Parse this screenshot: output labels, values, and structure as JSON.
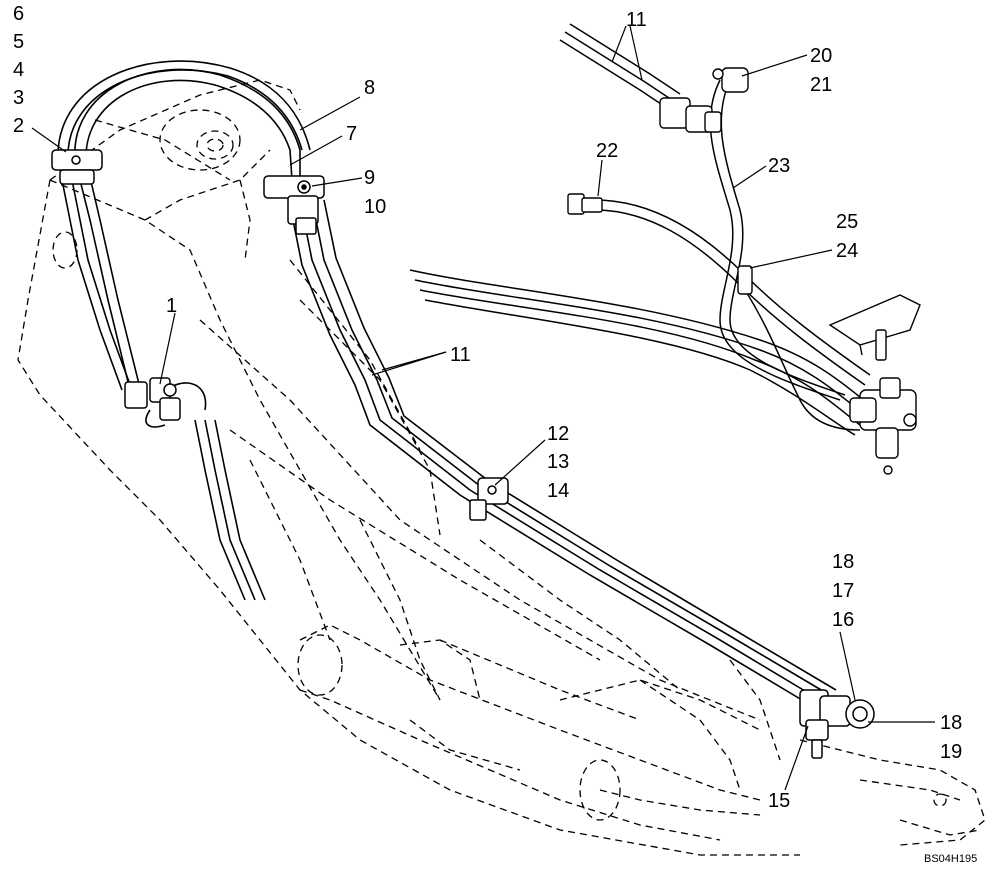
{
  "diagram": {
    "drawing_code": "BS04H195",
    "callouts": {
      "c6": "6",
      "c5": "5",
      "c4": "4",
      "c3": "3",
      "c2": "2",
      "c1": "1",
      "c8": "8",
      "c7": "7",
      "c9": "9",
      "c10": "10",
      "c11_top": "11",
      "c11_mid": "11",
      "c20": "20",
      "c21": "21",
      "c22": "22",
      "c23": "23",
      "c25": "25",
      "c24": "24",
      "c12": "12",
      "c13": "13",
      "c14": "14",
      "c18_top": "18",
      "c17": "17",
      "c16": "16",
      "c18_bottom": "18",
      "c19": "19",
      "c15": "15"
    }
  }
}
